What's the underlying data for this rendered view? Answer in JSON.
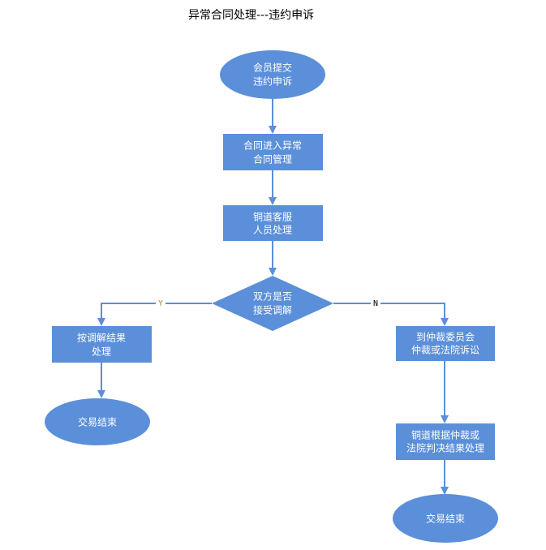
{
  "title": "异常合同处理---违约申诉",
  "colors": {
    "node_fill": "#5b8fd9",
    "line": "#5b8fd9",
    "text": "#ffffff",
    "yes_label": "#c08a2a",
    "no_label": "#000000"
  },
  "nodes": {
    "start": {
      "shape": "ellipse",
      "lines": [
        "会员提交",
        "违约申诉"
      ]
    },
    "enter_abnormal": {
      "shape": "rect",
      "lines": [
        "合同进入异常",
        "合同管理"
      ]
    },
    "cs_handle": {
      "shape": "rect",
      "lines": [
        "铜道客服",
        "人员处理"
      ]
    },
    "decision": {
      "shape": "diamond",
      "lines": [
        "双方是否",
        "接受调解"
      ]
    },
    "mediate": {
      "shape": "rect",
      "lines": [
        "按调解结果",
        "处理"
      ]
    },
    "end_left": {
      "shape": "ellipse",
      "lines": [
        "交易结束"
      ]
    },
    "arbitration": {
      "shape": "rect",
      "lines": [
        "到仲裁委员会",
        "仲裁或法院诉讼"
      ]
    },
    "judgment": {
      "shape": "rect",
      "lines": [
        "铜道根据仲裁或",
        "法院判决结果处理"
      ]
    },
    "end_right": {
      "shape": "ellipse",
      "lines": [
        "交易结束"
      ]
    }
  },
  "edges": {
    "yes_label": "Y",
    "no_label": "N"
  }
}
